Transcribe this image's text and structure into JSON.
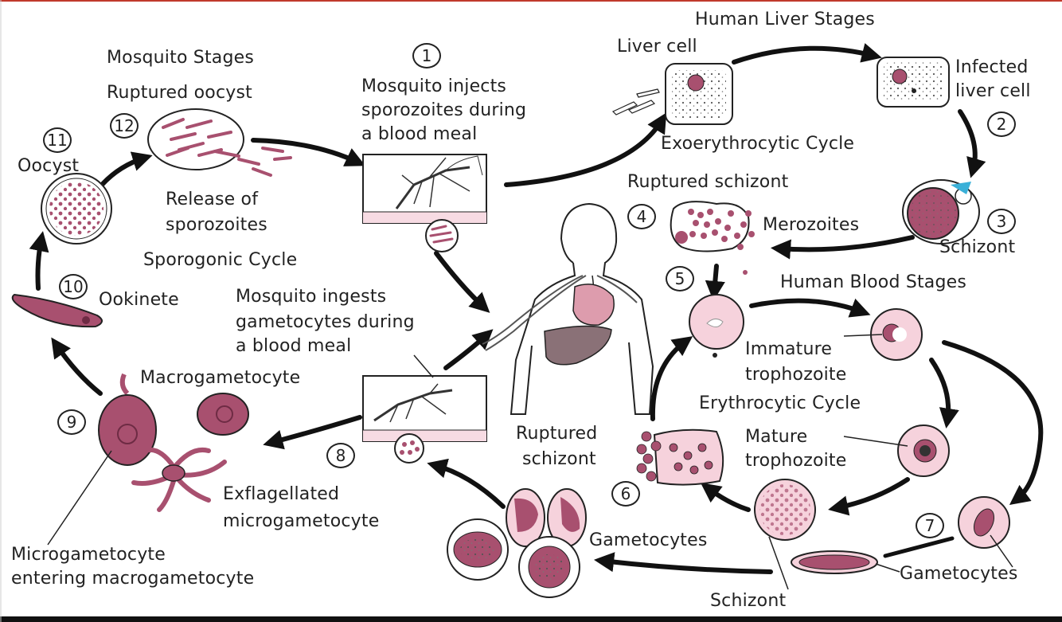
{
  "colors": {
    "parasite": "#a8506f",
    "rbc_pink": "#f6d2dc",
    "dark_organ": "#8a7177",
    "heart": "#dd9cad",
    "outline": "#222222",
    "frame_top": "#c0392b"
  },
  "section_titles": {
    "mosquito_stages": "Mosquito Stages",
    "human_liver_stages": "Human Liver Stages",
    "human_blood_stages": "Human Blood Stages"
  },
  "cycles": {
    "sporogonic": "Sporogonic Cycle",
    "exoerythrocytic": "Exoerythrocytic Cycle",
    "erythrocytic": "Erythrocytic Cycle"
  },
  "steps": [
    {
      "n": "1",
      "text": [
        "Mosquito injects",
        "sporozoites during",
        "a blood meal"
      ]
    },
    {
      "n": "2",
      "text": []
    },
    {
      "n": "3",
      "text": []
    },
    {
      "n": "4",
      "text": []
    },
    {
      "n": "5",
      "text": []
    },
    {
      "n": "6",
      "text": []
    },
    {
      "n": "7",
      "text": []
    },
    {
      "n": "8",
      "text": []
    },
    {
      "n": "9",
      "text": []
    },
    {
      "n": "10",
      "text": []
    },
    {
      "n": "11",
      "text": []
    },
    {
      "n": "12",
      "text": []
    }
  ],
  "labels": {
    "liver_cell": "Liver cell",
    "infected_liver_cell_1": "Infected",
    "infected_liver_cell_2": "liver cell",
    "ruptured_schizont_top": "Ruptured schizont",
    "merozoites": "Merozoites",
    "schizont_right": "Schizont",
    "immature_trophozoite_1": "Immature",
    "immature_trophozoite_2": "trophozoite",
    "mature_trophozoite_1": "Mature",
    "mature_trophozoite_2": "trophozoite",
    "ruptured_schizont_mid_1": "Ruptured",
    "ruptured_schizont_mid_2": "schizont",
    "gametocytes_right": "Gametocytes",
    "gametocytes_bottom": "Gametocytes",
    "schizont_bottom": "Schizont",
    "ruptured_oocyst": "Ruptured oocyst",
    "release_of_sporozoites_1": "Release of",
    "release_of_sporozoites_2": "sporozoites",
    "oocyst": "Oocyst",
    "ookinete": "Ookinete",
    "macrogametocyte": "Macrogametocyte",
    "exflagellated_1": "Exflagellated",
    "exflagellated_2": "microgametocyte",
    "microgametocyte_entering_1": "Microgametocyte",
    "microgametocyte_entering_2": "entering macrogametocyte",
    "mosquito_ingests_1": "Mosquito ingests",
    "mosquito_ingests_2": "gametocytes during",
    "mosquito_ingests_3": "a blood meal"
  }
}
